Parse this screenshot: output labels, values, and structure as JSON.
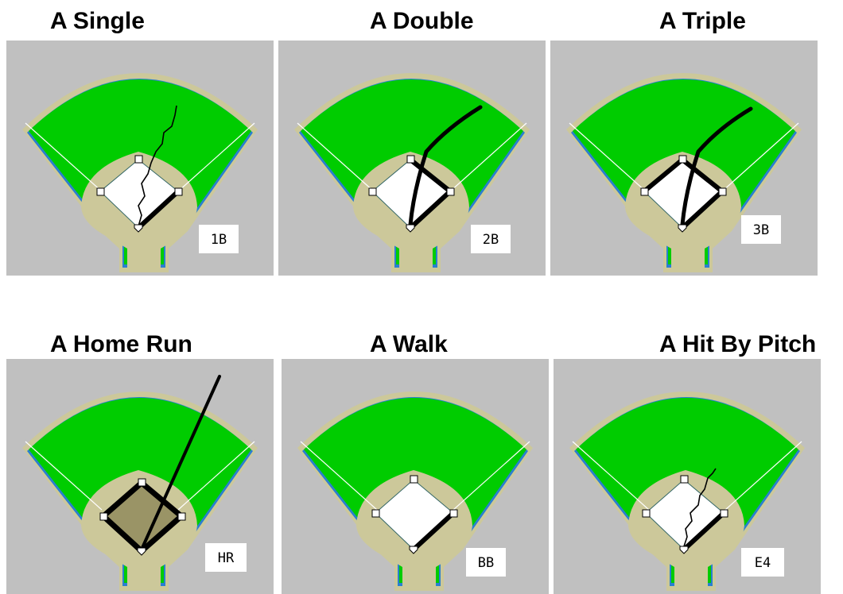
{
  "panels": [
    {
      "title": "A Single",
      "code": "1B",
      "play": "single"
    },
    {
      "title": "A Double",
      "code": "2B",
      "play": "double"
    },
    {
      "title": "A Triple",
      "code": "3B",
      "play": "triple"
    },
    {
      "title": "A Home Run",
      "code": "HR",
      "play": "home-run"
    },
    {
      "title": "A Walk",
      "code": "BB",
      "play": "walk"
    },
    {
      "title": "A Hit By Pitch",
      "code": "E4",
      "play": "hit-by-pitch"
    }
  ],
  "colors": {
    "background": "#c0c0c0",
    "grass": "#00cc00",
    "warning_track": "#ccc89a",
    "infield_dirt": "#ccc89a",
    "diamond": "#ffffff",
    "home_run_fill": "#9a9466",
    "hit_line": "#000000"
  }
}
